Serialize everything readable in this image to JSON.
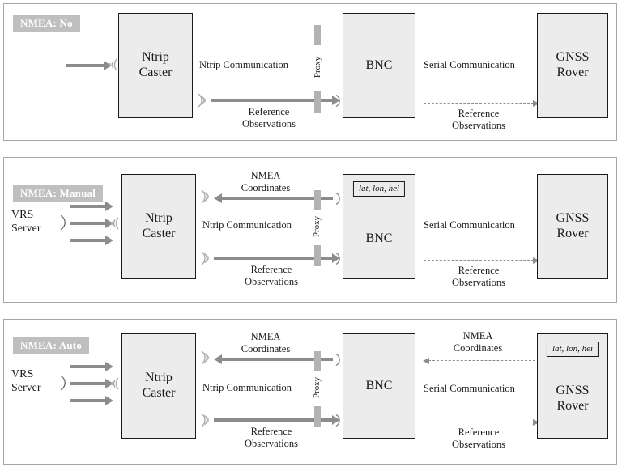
{
  "diagram": {
    "title": "NMEA handling modes between Ntrip Caster, BNC and GNSS Rover",
    "colors": {
      "badge_bg": "#bfbfbf",
      "badge_text": "#ffffff",
      "node_fill": "#ececec",
      "node_border": "#1a1a1a",
      "solid_link": "#8c8c8c",
      "dashed_link": "#8c8c8c",
      "proxy_bar": "#b3b3b3",
      "panel_border": "#a6a6a6"
    }
  },
  "panels": [
    {
      "id": "nmea-no",
      "badge": "NMEA: No",
      "nodes": {
        "caster_l1": "Ntrip",
        "caster_l2": "Caster",
        "bnc": "BNC",
        "rover_l1": "GNSS",
        "rover_l2": "Rover",
        "proxy": "Proxy"
      },
      "labels": {
        "ntrip_comm": "Ntrip Communication",
        "serial_comm": "Serial Communication",
        "ref_obs_l1": "Reference",
        "ref_obs_l2": "Observations",
        "ref_obs_right_l1": "Reference",
        "ref_obs_right_l2": "Observations"
      }
    },
    {
      "id": "nmea-manual",
      "badge": "NMEA: Manual",
      "nodes": {
        "vrs_l1": "VRS",
        "vrs_l2": "Server",
        "caster_l1": "Ntrip",
        "caster_l2": "Caster",
        "bnc": "BNC",
        "rover_l1": "GNSS",
        "rover_l2": "Rover",
        "proxy": "Proxy",
        "latlonhei": "lat, lon, hei"
      },
      "labels": {
        "nmea_coord_l1": "NMEA",
        "nmea_coord_l2": "Coordinates",
        "ntrip_comm": "Ntrip Communication",
        "serial_comm": "Serial Communication",
        "ref_obs_l1": "Reference",
        "ref_obs_l2": "Observations",
        "ref_obs_right_l1": "Reference",
        "ref_obs_right_l2": "Observations"
      }
    },
    {
      "id": "nmea-auto",
      "badge": "NMEA: Auto",
      "nodes": {
        "vrs_l1": "VRS",
        "vrs_l2": "Server",
        "caster_l1": "Ntrip",
        "caster_l2": "Caster",
        "bnc": "BNC",
        "rover_l1": "GNSS",
        "rover_l2": "Rover",
        "proxy": "Proxy",
        "latlonhei": "lat, lon, hei"
      },
      "labels": {
        "nmea_coord_l1": "NMEA",
        "nmea_coord_l2": "Coordinates",
        "nmea_coord_r1": "NMEA",
        "nmea_coord_r2": "Coordinates",
        "ntrip_comm": "Ntrip Communication",
        "serial_comm": "Serial Communication",
        "ref_obs_l1": "Reference",
        "ref_obs_l2": "Observations",
        "ref_obs_right_l1": "Reference",
        "ref_obs_right_l2": "Observations"
      }
    }
  ]
}
